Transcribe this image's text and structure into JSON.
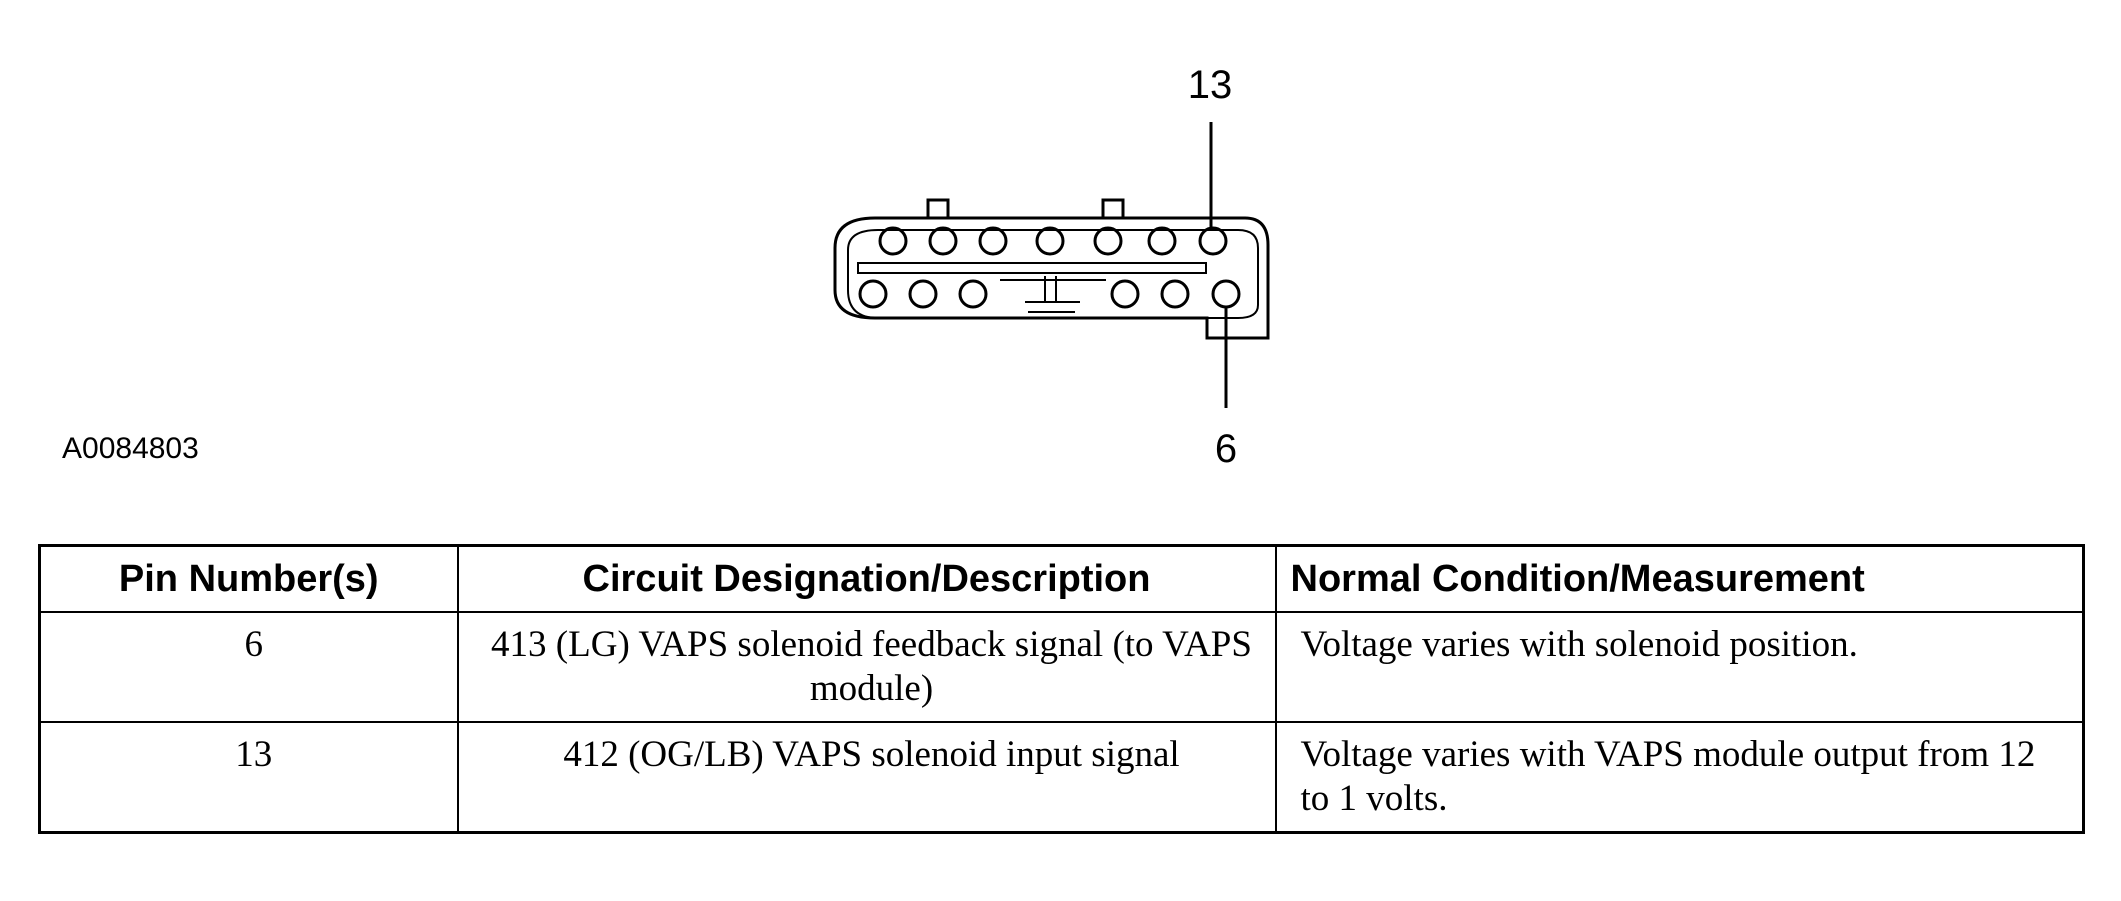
{
  "diagram": {
    "top_pin_label": "13",
    "bottom_pin_label": "6",
    "figure_id": "A0084803"
  },
  "table": {
    "headers": [
      "Pin Number(s)",
      "Circuit Designation/Description",
      "Normal Condition/Measurement"
    ],
    "rows": [
      {
        "pin": "6",
        "circuit": "413 (LG) VAPS solenoid feedback signal (to VAPS module)",
        "condition": "Voltage varies with solenoid position."
      },
      {
        "pin": "13",
        "circuit": "412 (OG/LB) VAPS solenoid input signal",
        "condition": "Voltage varies with VAPS module output from 12 to 1 volts."
      }
    ]
  }
}
